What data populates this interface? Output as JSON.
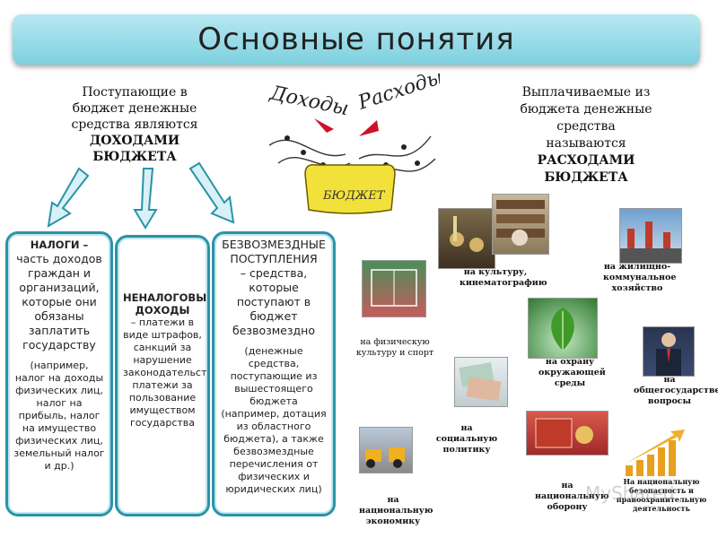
{
  "title": "Основные понятия",
  "left_caption": {
    "lines": [
      "Поступающие в",
      "бюджет денежные",
      "средства являются"
    ],
    "bold_lines": [
      "ДОХОДАМИ",
      "БЮДЖЕТА"
    ]
  },
  "right_caption": {
    "lines": [
      "Выплачиваемые из",
      "бюджета денежные",
      "средства",
      "называются"
    ],
    "bold_lines": [
      "РАСХОДАМИ",
      "БЮДЖЕТА"
    ]
  },
  "illustration": {
    "word_income": "Доходы",
    "word_expense": "Расходы",
    "bag_label": "БЮДЖЕТ"
  },
  "boxes": {
    "taxes": {
      "head": "НАЛОГИ –",
      "main": "часть доходов граждан и организаций, которые они обязаны заплатить государству",
      "note": "(например, налог на доходы физических лиц, налог на прибыль, налог на имущество физических лиц, земельный налог и др.)"
    },
    "nontax": {
      "head": "НЕНАЛОГОВЫЕ ДОХОДЫ",
      "main": "– платежи в виде штрафов, санкций за нарушение законодательства, платежи за пользование имуществом государства"
    },
    "free": {
      "head": "БЕЗВОЗМЕЗДНЫЕ ПОСТУПЛЕНИЯ",
      "main": "– средства, которые поступают в бюджет безвозмездно",
      "note": "(денежные средства, поступающие из вышестоящего бюджета (например, дотация из областного бюджета), а также безвозмездные перечисления от физических и юридических лиц)"
    }
  },
  "expenses": {
    "sport": "на физическую культуру и спорт",
    "culture": "на культуру, кинематографию",
    "housing": "на жилищно-коммунальное хозяйство",
    "environment": "на охрану окружающей среды",
    "public": "на общегосударственные вопросы",
    "social": "на социальную политику",
    "economy": "на национальную экономику",
    "defense": "на национальную оборону",
    "security": "На национальную безопасность и правоохранительную деятельность"
  },
  "watermark": "MyShared",
  "colors": {
    "box_border": "#2a93a8",
    "title_bg": "#8fd6e3",
    "arrow_fill": "#d9f1f6"
  }
}
